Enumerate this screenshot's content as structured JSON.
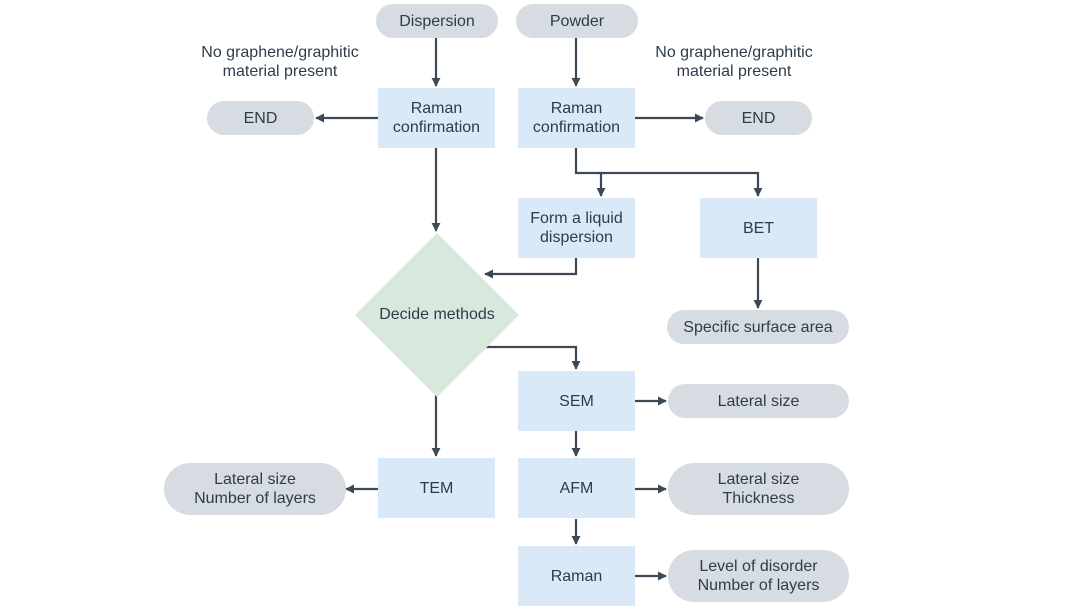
{
  "start": {
    "dispersion": "Dispersion",
    "powder": "Powder"
  },
  "notes": {
    "left_no_material": "No graphene/graphitic\nmaterial present",
    "right_no_material": "No graphene/graphitic\nmaterial present"
  },
  "steps": {
    "raman_confirm_left": "Raman\nconfirmation",
    "raman_confirm_right": "Raman\nconfirmation",
    "form_liquid": "Form a liquid\ndispersion",
    "bet": "BET",
    "decide": "Decide methods",
    "sem": "SEM",
    "tem": "TEM",
    "afm": "AFM",
    "raman": "Raman"
  },
  "outcomes": {
    "end_left": "END",
    "end_right": "END",
    "surface_area": "Specific surface area",
    "sem_result": "Lateral size",
    "tem_result": "Lateral size\nNumber of layers",
    "afm_result": "Lateral size\nThickness",
    "raman_result": "Level of disorder\nNumber of layers"
  },
  "colors": {
    "terminal_fill": "#d6dce2",
    "process_fill": "#d9e9f7",
    "decision_fill": "#d8e8dc",
    "arrow": "#3d4a56",
    "text": "#2e3c4a"
  }
}
